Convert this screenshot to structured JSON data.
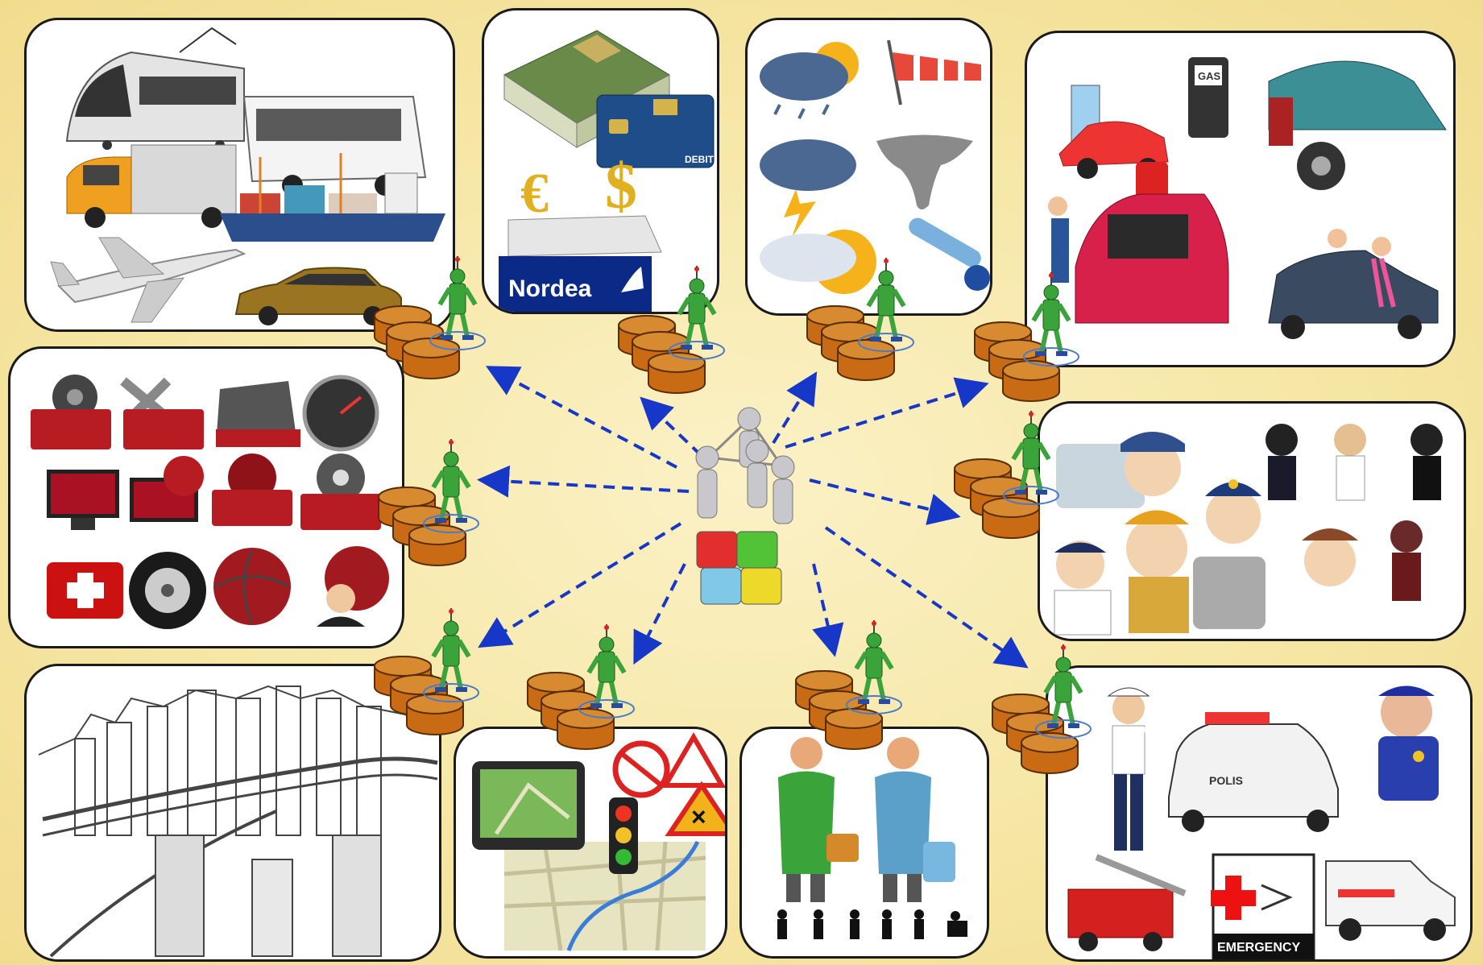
{
  "diagram": {
    "hub": {
      "icon": "people-network-puzzle-icon"
    },
    "panels": [
      {
        "id": "transport",
        "icons": [
          "tram-icon",
          "bus-icon",
          "truck-icon",
          "cargo-ship-icon",
          "airplane-icon",
          "car-icon"
        ]
      },
      {
        "id": "finance",
        "icons": [
          "money-stack-icon",
          "bank-card-icon",
          "currency-scale-icon"
        ],
        "bank_logo": "Nordea",
        "card_label": "DEBIT"
      },
      {
        "id": "weather",
        "icons": [
          "cloud-sun-rain-icon",
          "windsock-icon",
          "thunderstorm-icon",
          "tornado-icon",
          "sun-cloud-icon",
          "thermometer-icon"
        ]
      },
      {
        "id": "car-services",
        "icons": [
          "fuel-pump-icon",
          "gas-station-icon",
          "mechanic-icon",
          "car-wash-icon"
        ],
        "gas_label": "GAS"
      },
      {
        "id": "apps",
        "icons": [
          "film-folder-icon",
          "tools-folder-icon",
          "scanner-icon",
          "speedometer-icon",
          "monitor-icon",
          "globe-folder-icon",
          "gear-folder-icon",
          "first-aid-icon",
          "tire-icon",
          "globe-icon",
          "support-agent-icon"
        ]
      },
      {
        "id": "professionals",
        "icons": [
          "pilot-icon",
          "police-officer-icon",
          "taxi-driver-icon",
          "chauffeur-icon",
          "airline-crew-icon"
        ]
      },
      {
        "id": "city",
        "icons": [
          "city-sketch-icon"
        ]
      },
      {
        "id": "navigation",
        "icons": [
          "gps-navigator-icon",
          "traffic-light-icon",
          "road-sign-icon",
          "city-map-icon"
        ]
      },
      {
        "id": "travelers",
        "icons": [
          "elderly-traveler-icon",
          "traveler-with-suitcase-icon",
          "people-silhouettes-icon"
        ]
      },
      {
        "id": "emergency",
        "icons": [
          "traffic-police-icon",
          "police-car-icon",
          "police-officer-icon",
          "fire-truck-icon",
          "emergency-sign-icon",
          "ambulance-icon"
        ],
        "emergency_label": "EMERGENCY",
        "police_label": "POLIS"
      }
    ]
  }
}
